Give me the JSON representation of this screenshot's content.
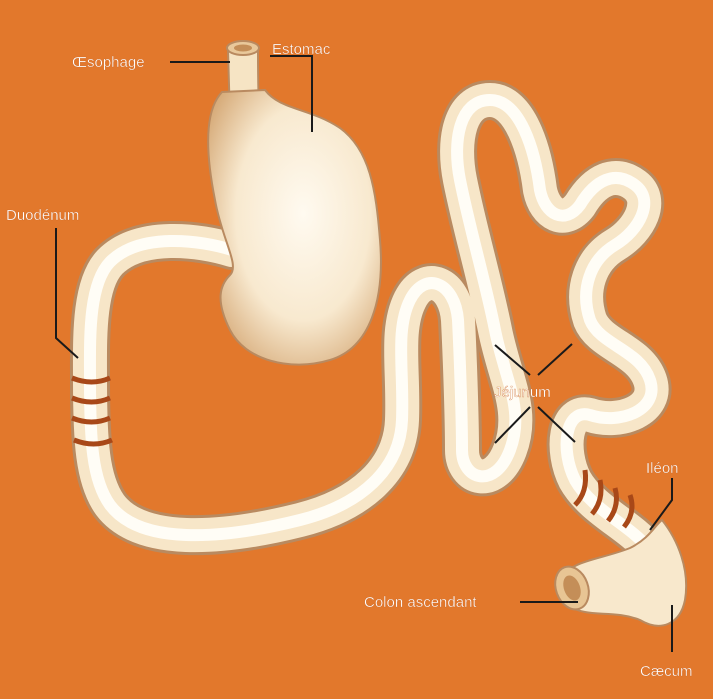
{
  "labels": {
    "oesophage": "Œsophage",
    "estomac": "Estomac",
    "duodenum": "Duodénum",
    "jejunum": "Jéjunum",
    "ileon": "Iléon",
    "colon_ascendant": "Colon ascendant",
    "caecum": "Cæcum"
  },
  "colors": {
    "background": "#e2782c",
    "organ_fill": "#fbf0dc",
    "organ_shadow": "#c99a6c",
    "band": "#a84818",
    "leader_line": "#1a1a1a"
  }
}
